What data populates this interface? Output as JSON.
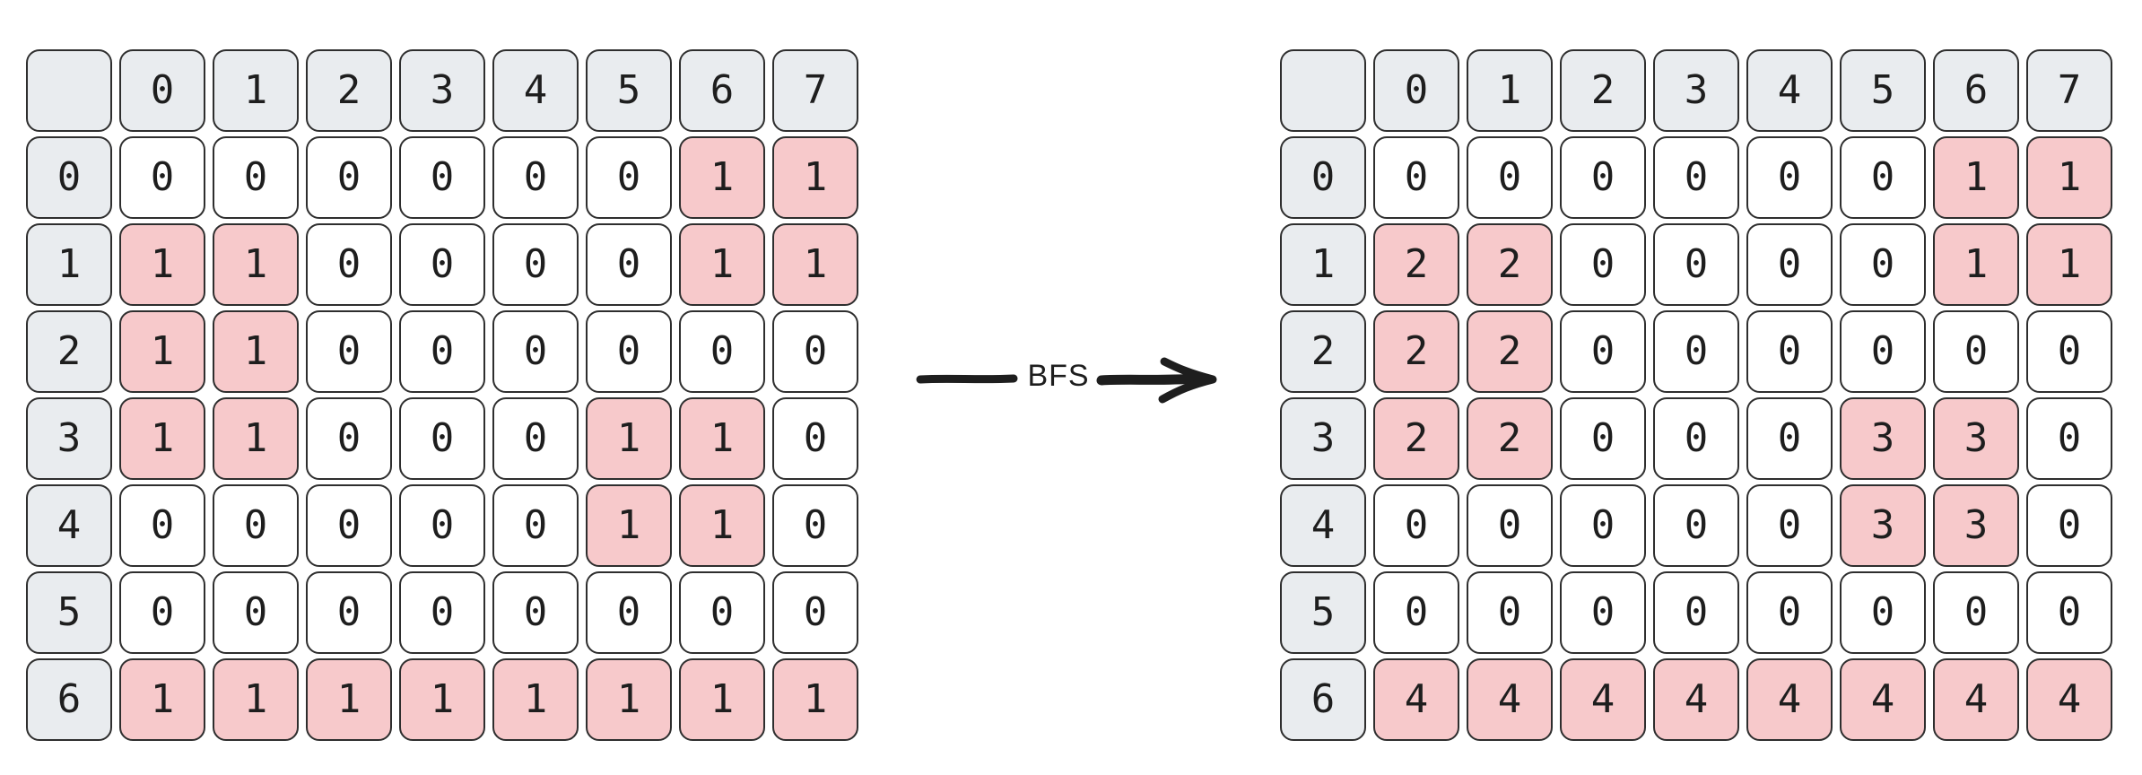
{
  "arrow": {
    "label": "BFS",
    "color": "#1e1e1e"
  },
  "colors": {
    "header_bg": "#e9ecef",
    "filled_bg": "#f7c9cb",
    "empty_bg": "#ffffff",
    "border": "#2e2e2e"
  },
  "grids": {
    "before": {
      "col_headers": [
        "0",
        "1",
        "2",
        "3",
        "4",
        "5",
        "6",
        "7"
      ],
      "row_headers": [
        "0",
        "1",
        "2",
        "3",
        "4",
        "5",
        "6"
      ],
      "rows": [
        [
          "0",
          "0",
          "0",
          "0",
          "0",
          "0",
          "1",
          "1"
        ],
        [
          "1",
          "1",
          "0",
          "0",
          "0",
          "0",
          "1",
          "1"
        ],
        [
          "1",
          "1",
          "0",
          "0",
          "0",
          "0",
          "0",
          "0"
        ],
        [
          "1",
          "1",
          "0",
          "0",
          "0",
          "1",
          "1",
          "0"
        ],
        [
          "0",
          "0",
          "0",
          "0",
          "0",
          "1",
          "1",
          "0"
        ],
        [
          "0",
          "0",
          "0",
          "0",
          "0",
          "0",
          "0",
          "0"
        ],
        [
          "1",
          "1",
          "1",
          "1",
          "1",
          "1",
          "1",
          "1"
        ]
      ]
    },
    "after": {
      "col_headers": [
        "0",
        "1",
        "2",
        "3",
        "4",
        "5",
        "6",
        "7"
      ],
      "row_headers": [
        "0",
        "1",
        "2",
        "3",
        "4",
        "5",
        "6"
      ],
      "rows": [
        [
          "0",
          "0",
          "0",
          "0",
          "0",
          "0",
          "1",
          "1"
        ],
        [
          "2",
          "2",
          "0",
          "0",
          "0",
          "0",
          "1",
          "1"
        ],
        [
          "2",
          "2",
          "0",
          "0",
          "0",
          "0",
          "0",
          "0"
        ],
        [
          "2",
          "2",
          "0",
          "0",
          "0",
          "3",
          "3",
          "0"
        ],
        [
          "0",
          "0",
          "0",
          "0",
          "0",
          "3",
          "3",
          "0"
        ],
        [
          "0",
          "0",
          "0",
          "0",
          "0",
          "0",
          "0",
          "0"
        ],
        [
          "4",
          "4",
          "4",
          "4",
          "4",
          "4",
          "4",
          "4"
        ]
      ]
    }
  }
}
